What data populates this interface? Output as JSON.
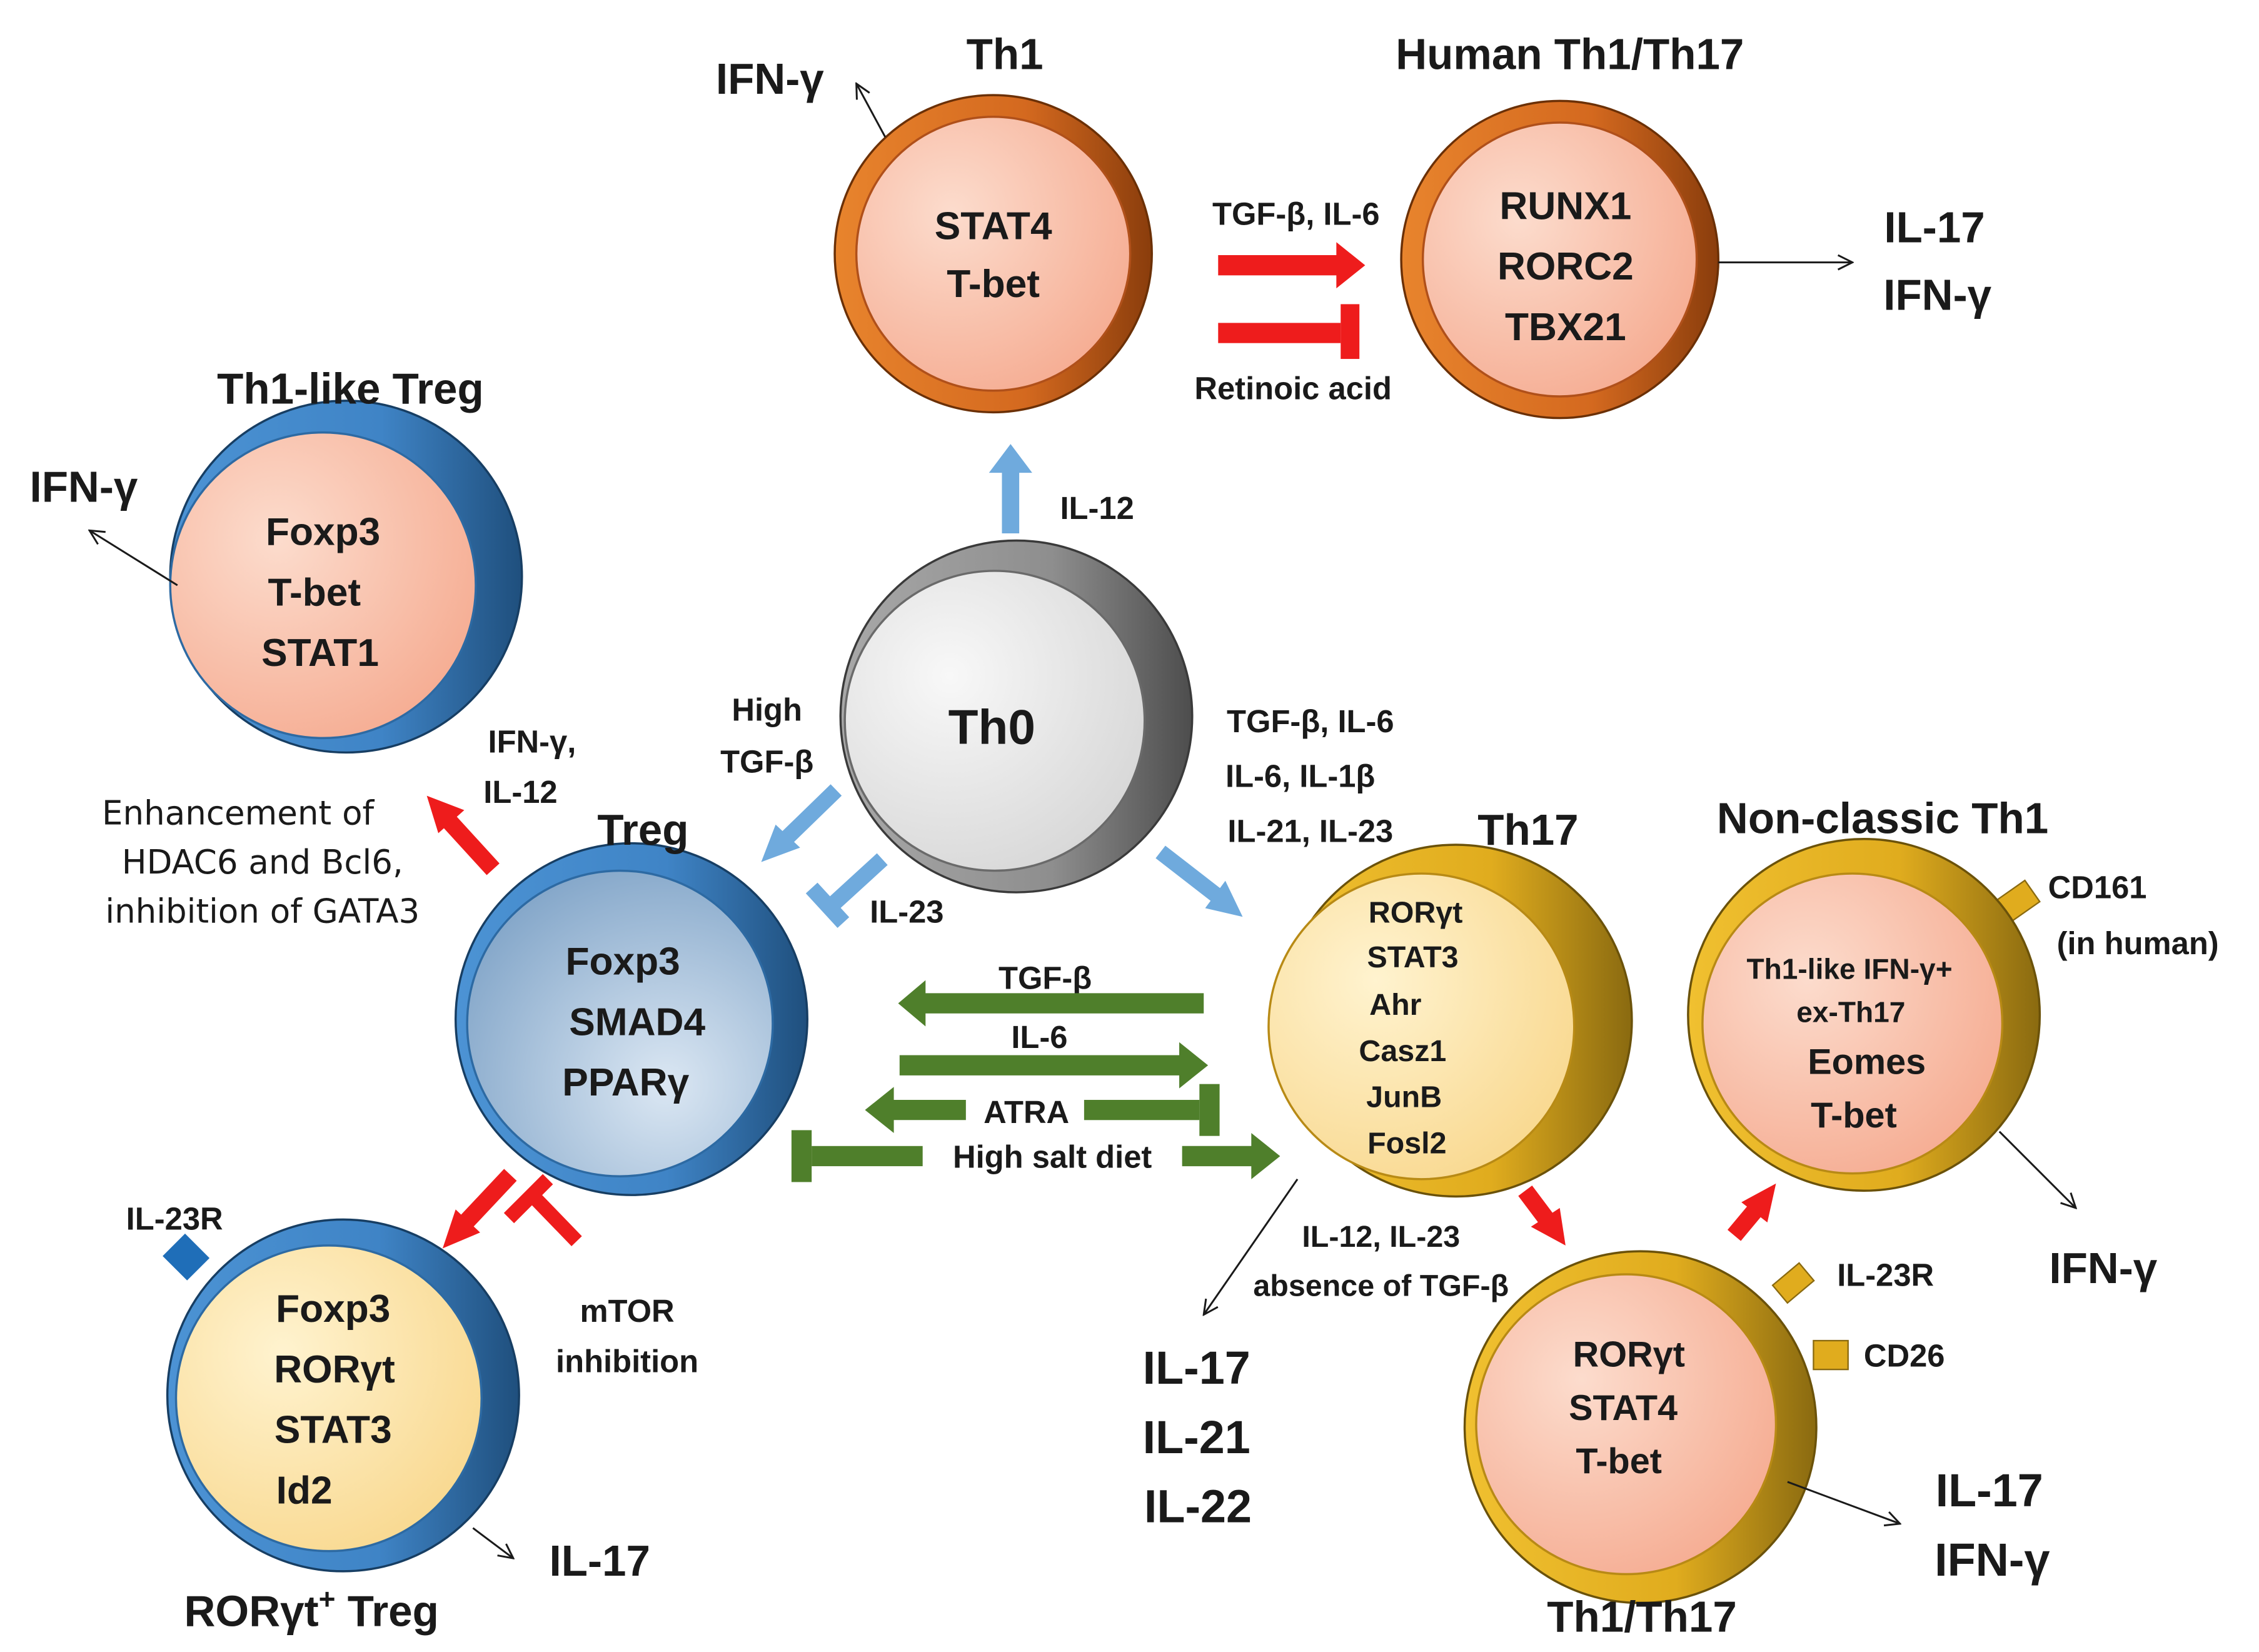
{
  "colors": {
    "orange_ring": "#d4691f",
    "orange_dark": "#8a3d0c",
    "blue_ring": "#3f84c6",
    "blue_dark": "#1f4f7d",
    "gray_ring": "#8e8e8e",
    "gray_dark": "#4d4d4d",
    "gold_ring": "#e0ac1e",
    "gold_dark": "#8a6a10",
    "salmon_inner": "#f7b8a2",
    "cream_inner": "#fbe2a8",
    "light_gray_inner": "#e8e8e8",
    "treg_inner": "#a9c3dd",
    "red_arrow": "#ee1c1c",
    "blue_arrow": "#6faadd",
    "green_arrow": "#4f7f2b",
    "receptor_blue": "#1f6eb8"
  },
  "cells": {
    "th1": {
      "title": "Th1",
      "markers": [
        "STAT4",
        "T-bet"
      ],
      "output": "IFN-γ"
    },
    "human_th1_th17": {
      "title": "Human Th1/Th17",
      "markers": [
        "RUNX1",
        "RORC2",
        "TBX21"
      ],
      "outputs": [
        "IL-17",
        "IFN-γ"
      ]
    },
    "th1_like_treg": {
      "title": "Th1-like Treg",
      "markers": [
        "Foxp3",
        "T-bet",
        "STAT1"
      ],
      "output": "IFN-γ"
    },
    "th0": {
      "title": "Th0"
    },
    "treg": {
      "title": "Treg",
      "markers": [
        "Foxp3",
        "SMAD4",
        "PPARγ"
      ]
    },
    "rorgt_treg": {
      "title": "RORγt",
      "title_sup": "+",
      "title_rest": " Treg",
      "markers": [
        "Foxp3",
        "RORγt",
        "STAT3",
        "Id2"
      ],
      "output": "IL-17",
      "receptor": "IL-23R"
    },
    "th17": {
      "title": "Th17",
      "markers": [
        "RORγt",
        "STAT3",
        "Ahr",
        "Casz1",
        "JunB",
        "Fosl2"
      ],
      "outputs": [
        "IL-17",
        "IL-21",
        "IL-22"
      ]
    },
    "non_classic_th1": {
      "title": "Non-classic Th1",
      "markers": [
        "Th1-like IFN-γ+",
        "ex-Th17",
        "Eomes",
        "T-bet"
      ],
      "output": "IFN-γ",
      "receptor_lines": [
        "CD161",
        "(in human)"
      ]
    },
    "th1_th17": {
      "title": "Th1/Th17",
      "markers": [
        "RORγt",
        "STAT4",
        "T-bet"
      ],
      "outputs": [
        "IL-17",
        "IFN-γ"
      ],
      "receptors": [
        "IL-23R",
        "CD26"
      ]
    }
  },
  "edges": {
    "th1_to_human_label": "TGF-β, IL-6",
    "retinoic_acid": "Retinoic acid",
    "il12": "IL-12",
    "high_tgfb": [
      "High",
      "TGF-β"
    ],
    "il23": "IL-23",
    "th17_inducers": [
      "TGF-β, IL-6",
      "IL-6, IL-1β",
      "IL-21, IL-23"
    ],
    "ifng_il12": [
      "IFN-γ,",
      "IL-12"
    ],
    "enhancement": [
      "Enhancement of",
      "HDAC6 and Bcl6,",
      "inhibition of GATA3"
    ],
    "mtor": [
      "mTOR",
      "inhibition"
    ],
    "tgfb": "TGF-β",
    "il6": "IL-6",
    "atra": "ATRA",
    "high_salt": "High salt diet",
    "th17_to_th1th17": [
      "IL-12, IL-23",
      "absence of TGF-β"
    ]
  }
}
